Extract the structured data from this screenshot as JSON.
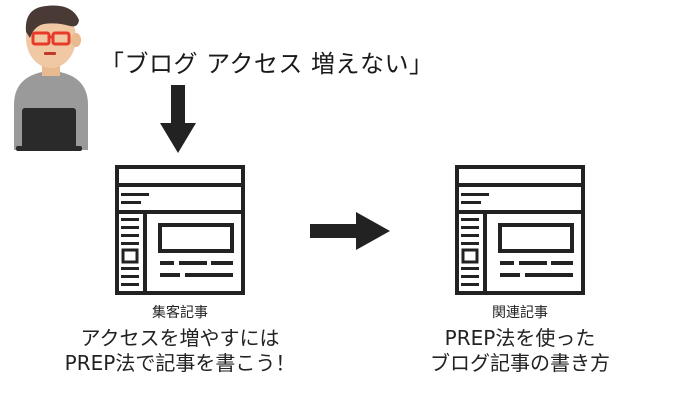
{
  "query": "「ブログ アクセス 増えない」",
  "left_article": {
    "label": "集客記事",
    "line1": "アクセスを増やすには",
    "line2": "PREP法で記事を書こう！"
  },
  "right_article": {
    "label": "関連記事",
    "line1": "PREP法を使った",
    "line2": "ブログ記事の書き方"
  },
  "colors": {
    "ink": "#222222",
    "skin": "#f1c8a4",
    "hair": "#4a3a35",
    "glasses": "#e63a2a",
    "shirt": "#9a9a9a",
    "laptop": "#2a2a2a"
  }
}
